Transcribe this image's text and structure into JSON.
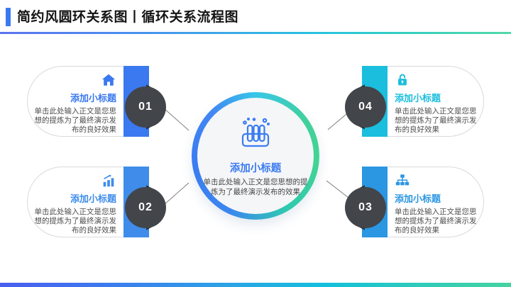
{
  "header": {
    "title": "简约风圆环关系图丨循环关系流程图"
  },
  "palette": {
    "accent_blue": "#3a7af0",
    "title_color": "#141414",
    "body_text": "#4e4e4e",
    "badge_bg": "#42454a",
    "ribbon_bg": "#2a2c2f",
    "pill_border": "#d7dade",
    "ring_inner_bg": "#f5f6f8",
    "ring_gradient": [
      "#38c6e8",
      "#41d29a",
      "#2fc9b0",
      "#3a7cf2"
    ],
    "top_rule_gradient": [
      "#5b74ee",
      "#3aa9e6",
      "#35cfc0",
      "#52d9a8"
    ],
    "bottom_bar_gradient": [
      "#4a5ef0",
      "#2ba4e6",
      "#13c0dc",
      "#45d3a0"
    ]
  },
  "center": {
    "icon": "test-tubes-icon",
    "title": "添加小标题",
    "body": "单击此处输入正文是您思想的提炼为了最终演示发布的效果"
  },
  "items": [
    {
      "number": "01",
      "icon": "home-icon",
      "color": "#3a79ef",
      "title": "添加小标题",
      "body": "单击此处输入正文是您思想的提炼为了最终演示发布的良好效果"
    },
    {
      "number": "02",
      "icon": "bar-chart-icon",
      "color": "#3f8cea",
      "title": "添加小标题",
      "body": "单击此处输入正文是您思想的提炼为了最终演示发布的良好效果"
    },
    {
      "number": "03",
      "icon": "sitemap-icon",
      "color": "#2b96e2",
      "title": "添加小标题",
      "body": "单击此处输入正文是您思想的提炼为了最终演示发布的良好效果"
    },
    {
      "number": "04",
      "icon": "unlock-icon",
      "color": "#1bbedd",
      "title": "添加小标题",
      "body": "单击此处输入正文是您思想的提炼为了最终演示发布的良好效果"
    }
  ]
}
